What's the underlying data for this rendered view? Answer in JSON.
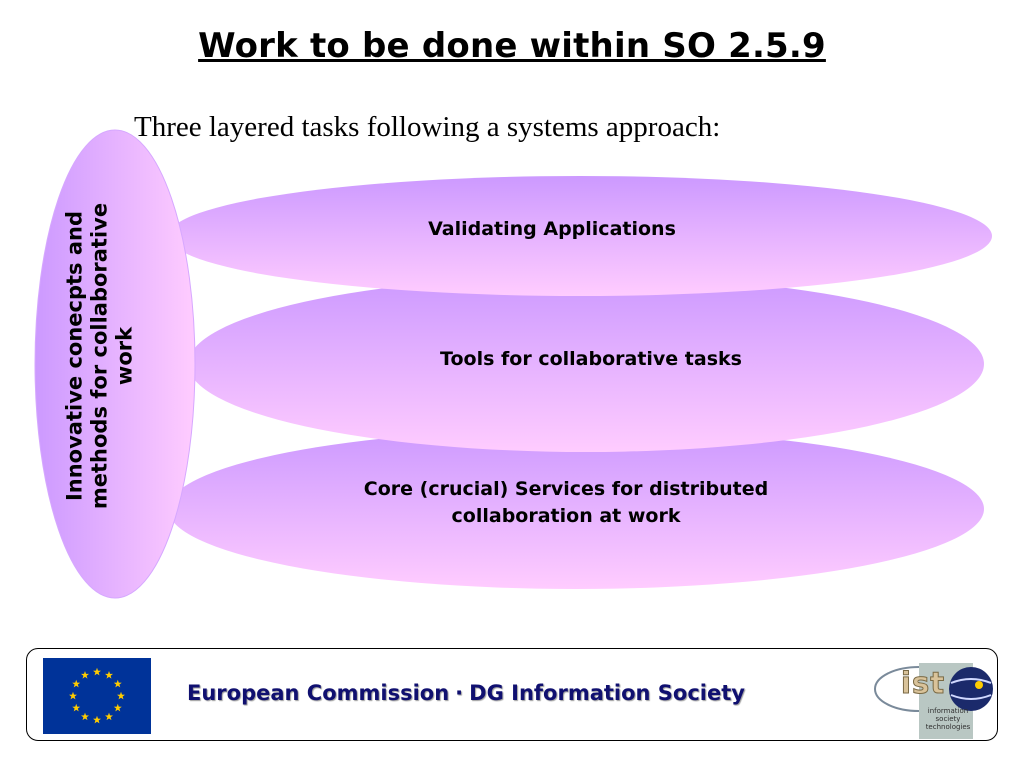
{
  "slide": {
    "title": "Work to be done within SO 2.5.9",
    "subtitle": "Three layered tasks following a systems approach:"
  },
  "diagram": {
    "vertical_label": "Innovative conecpts and methods for collaborative work",
    "layers": [
      {
        "label": "Validating Applications"
      },
      {
        "label": "Tools for collaborative tasks"
      },
      {
        "label": "Core (crucial) Services for distributed collaboration at work"
      }
    ],
    "colors": {
      "ellipse_top": "#cc99ff",
      "ellipse_bottom": "#ffccff",
      "outline": "#d6a8ff"
    }
  },
  "footer": {
    "org": "European Commission",
    "separator": "·",
    "dept": "DG Information Society",
    "text_color": "#101070",
    "eu_flag": {
      "name": "eu-flag",
      "background": "#003399",
      "star_color": "#ffcc00"
    },
    "ist_logo": {
      "word": "ist",
      "caption": "information society technologies"
    }
  }
}
